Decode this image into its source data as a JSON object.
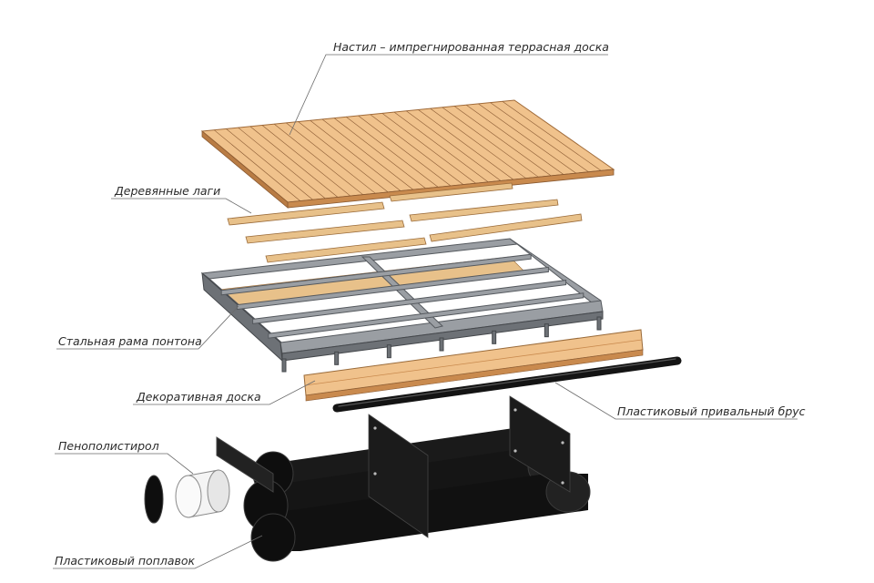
{
  "labels": {
    "decking": "Настил – импрегнированная террасная доска",
    "joists": "Деревянные лаги",
    "steel_frame": "Стальная рама понтона",
    "decor_board": "Декоративная доска",
    "fender": "Пластиковый привальный брус",
    "foam": "Пенополистирол",
    "float": "Пластиковый поплавок"
  },
  "colors": {
    "wood_light": "#f0c28c",
    "wood_dark": "#c98a4e",
    "steel": "#9a9ea3",
    "float": "#151515",
    "foam": "#f4f4f4"
  }
}
